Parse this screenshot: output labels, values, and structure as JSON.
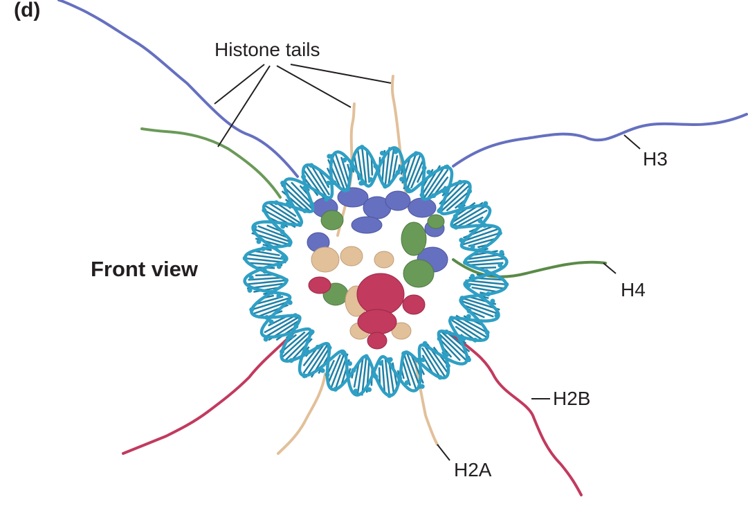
{
  "panel_label": "(d)",
  "view_label": "Front view",
  "callouts": {
    "histone_tails": "Histone tails",
    "h3": "H3",
    "h4": "H4",
    "h2b": "H2B",
    "h2a": "H2A"
  },
  "colors": {
    "dna": "#2f9fc4",
    "dna_bases": "#1f7fa4",
    "h3": "#6670c0",
    "h4": "#6a9a58",
    "h2a": "#e2c09a",
    "h2b": "#c23a5e",
    "leader_line": "#231f20"
  }
}
